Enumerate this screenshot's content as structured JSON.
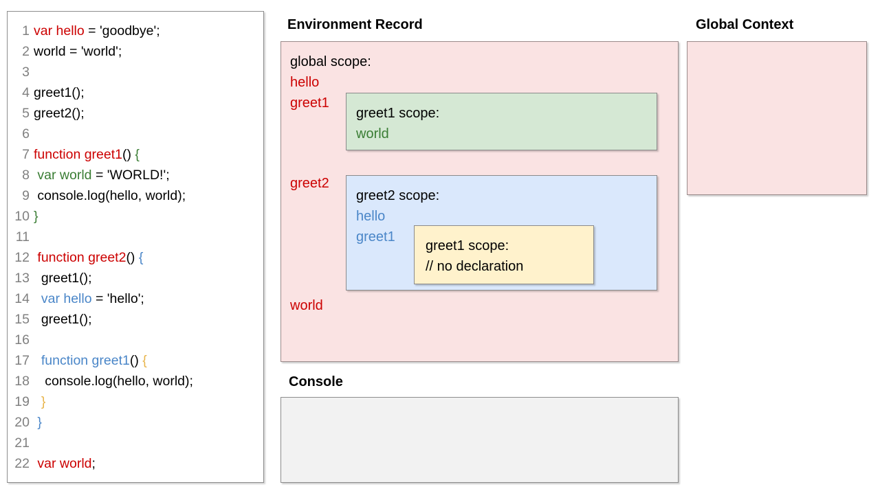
{
  "code_panel": {
    "lines": [
      {
        "num": "1",
        "tokens": [
          {
            "t": "var hello",
            "c": "red"
          },
          {
            "t": " = 'goodbye';",
            "c": "black"
          }
        ]
      },
      {
        "num": "2",
        "tokens": [
          {
            "t": "world = 'world';",
            "c": "black"
          }
        ]
      },
      {
        "num": "3",
        "tokens": [
          {
            "t": "",
            "c": "black"
          }
        ]
      },
      {
        "num": "4",
        "tokens": [
          {
            "t": "greet1();",
            "c": "black"
          }
        ]
      },
      {
        "num": "5",
        "tokens": [
          {
            "t": "greet2();",
            "c": "black"
          }
        ]
      },
      {
        "num": "6",
        "tokens": [
          {
            "t": "",
            "c": "black"
          }
        ]
      },
      {
        "num": "7",
        "tokens": [
          {
            "t": "function greet1",
            "c": "red"
          },
          {
            "t": "() ",
            "c": "black"
          },
          {
            "t": "{",
            "c": "green"
          }
        ]
      },
      {
        "num": "8",
        "tokens": [
          {
            "t": " ",
            "c": "black"
          },
          {
            "t": "var world",
            "c": "green"
          },
          {
            "t": " = 'WORLD!';",
            "c": "black"
          }
        ]
      },
      {
        "num": "9",
        "tokens": [
          {
            "t": " console.log(hello, world);",
            "c": "black"
          }
        ]
      },
      {
        "num": "10",
        "tokens": [
          {
            "t": "}",
            "c": "green"
          }
        ]
      },
      {
        "num": "11",
        "tokens": [
          {
            "t": "",
            "c": "black"
          }
        ]
      },
      {
        "num": "12",
        "tokens": [
          {
            "t": " ",
            "c": "black"
          },
          {
            "t": "function greet2",
            "c": "red"
          },
          {
            "t": "() ",
            "c": "black"
          },
          {
            "t": "{",
            "c": "blue"
          }
        ]
      },
      {
        "num": "13",
        "tokens": [
          {
            "t": "  greet1();",
            "c": "black"
          }
        ]
      },
      {
        "num": "14",
        "tokens": [
          {
            "t": "  ",
            "c": "black"
          },
          {
            "t": "var hello",
            "c": "blue"
          },
          {
            "t": " = 'hello';",
            "c": "black"
          }
        ]
      },
      {
        "num": "15",
        "tokens": [
          {
            "t": "  greet1();",
            "c": "black"
          }
        ]
      },
      {
        "num": "16",
        "tokens": [
          {
            "t": "",
            "c": "black"
          }
        ]
      },
      {
        "num": "17",
        "tokens": [
          {
            "t": "  ",
            "c": "black"
          },
          {
            "t": "function greet1",
            "c": "blue"
          },
          {
            "t": "() ",
            "c": "black"
          },
          {
            "t": "{",
            "c": "orange"
          }
        ]
      },
      {
        "num": "18",
        "tokens": [
          {
            "t": "   console.log(hello, world);",
            "c": "black"
          }
        ]
      },
      {
        "num": "19",
        "tokens": [
          {
            "t": "  ",
            "c": "black"
          },
          {
            "t": "}",
            "c": "orange"
          }
        ]
      },
      {
        "num": "20",
        "tokens": [
          {
            "t": " ",
            "c": "black"
          },
          {
            "t": "}",
            "c": "blue"
          }
        ]
      },
      {
        "num": "21",
        "tokens": [
          {
            "t": "",
            "c": "black"
          }
        ]
      },
      {
        "num": "22",
        "tokens": [
          {
            "t": " ",
            "c": "black"
          },
          {
            "t": "var world",
            "c": "red"
          },
          {
            "t": ";",
            "c": "black"
          }
        ]
      }
    ]
  },
  "environment_record": {
    "title": "Environment Record",
    "global_scope": {
      "heading": "global scope:",
      "vars": [
        "hello",
        "greet1",
        "greet2",
        "world"
      ],
      "greet1_scope": {
        "heading": "greet1 scope:",
        "vars": [
          "world"
        ]
      },
      "greet2_scope": {
        "heading": "greet2 scope:",
        "vars": [
          "hello",
          "greet1"
        ],
        "greet1_scope": {
          "heading": "greet1 scope:",
          "note": "// no declaration"
        }
      }
    }
  },
  "console": {
    "title": "Console",
    "output": ""
  },
  "global_context": {
    "title": "Global Context",
    "content": ""
  },
  "colors": {
    "red": "#cc0000",
    "green": "#3a7d34",
    "blue": "#4a86c8",
    "orange": "#e8b44a",
    "pink_fill": "#fae3e3",
    "green_fill": "#d5e8d4",
    "blue_fill": "#dae8fc",
    "yellow_fill": "#fff2cc",
    "console_fill": "#f2f2f2",
    "line_number": "#808080"
  }
}
